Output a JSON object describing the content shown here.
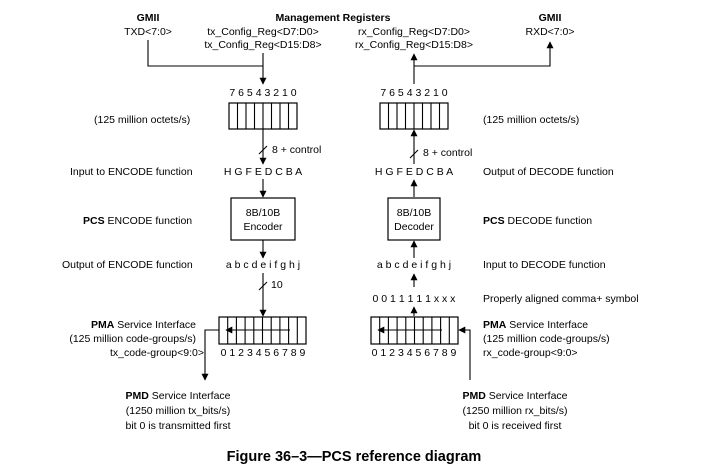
{
  "top": {
    "tx_gmii": "GMII",
    "tx_gmii_signal": "TXD<7:0>",
    "mgmt_title": "Management Registers",
    "tx_reg1": "tx_Config_Reg<D7:D0>",
    "tx_reg2": "tx_Config_Reg<D15:D8>",
    "rx_reg1": "rx_Config_Reg<D7:D0>",
    "rx_reg2": "rx_Config_Reg<D15:D8>",
    "rx_gmii": "GMII",
    "rx_gmii_signal": "RXD<7:0>"
  },
  "tx": {
    "bits": "7 6 5 4 3 2 1 0",
    "rate": "(125 million octets/s)",
    "width": "8 + control",
    "encode_input_label": "Input to ENCODE function",
    "letters": "H G F E D C B A",
    "pcs_bold": "PCS",
    "pcs_rest": " ENCODE function",
    "encoder_line1": "8B/10B",
    "encoder_line2": "Encoder",
    "encode_output_label": "Output of ENCODE function",
    "code_letters": "a b c d e i f g h j",
    "code_width": "10",
    "pma_bold": "PMA",
    "pma_rest": " Service Interface",
    "pma_rate": "(125 million code-groups/s)",
    "pma_signal": "tx_code-group<9:0>",
    "digits": "0 1 2 3 4 5 6 7 8 9",
    "pmd_bold": "PMD",
    "pmd_rest": " Service Interface",
    "pmd_rate": "(1250 million tx_bits/s)",
    "pmd_note": "bit 0 is transmitted first"
  },
  "rx": {
    "bits": "7 6 5 4 3 2 1 0",
    "rate": "(125 million octets/s)",
    "width": "8 + control",
    "decode_output_label": "Output of DECODE function",
    "letters": "H G F E D C B A",
    "pcs_bold": "PCS",
    "pcs_rest": " DECODE function",
    "decoder_line1": "8B/10B",
    "decoder_line2": "Decoder",
    "decode_input_label": "Input to DECODE function",
    "code_letters": "a b c d e i f g h j",
    "comma_pattern": "0 0 1 1 1 1 1 x x x",
    "comma_label": "Properly aligned comma+ symbol",
    "pma_bold": "PMA",
    "pma_rest": " Service Interface",
    "pma_rate": "(125 million code-groups/s)",
    "pma_signal": "rx_code-group<9:0>",
    "digits": "0 1 2 3 4 5 6 7 8 9",
    "pmd_bold": "PMD",
    "pmd_rest": " Service Interface",
    "pmd_rate": "(1250 million rx_bits/s)",
    "pmd_note": "bit 0 is received first"
  },
  "caption": "Figure 36–3—PCS reference diagram"
}
